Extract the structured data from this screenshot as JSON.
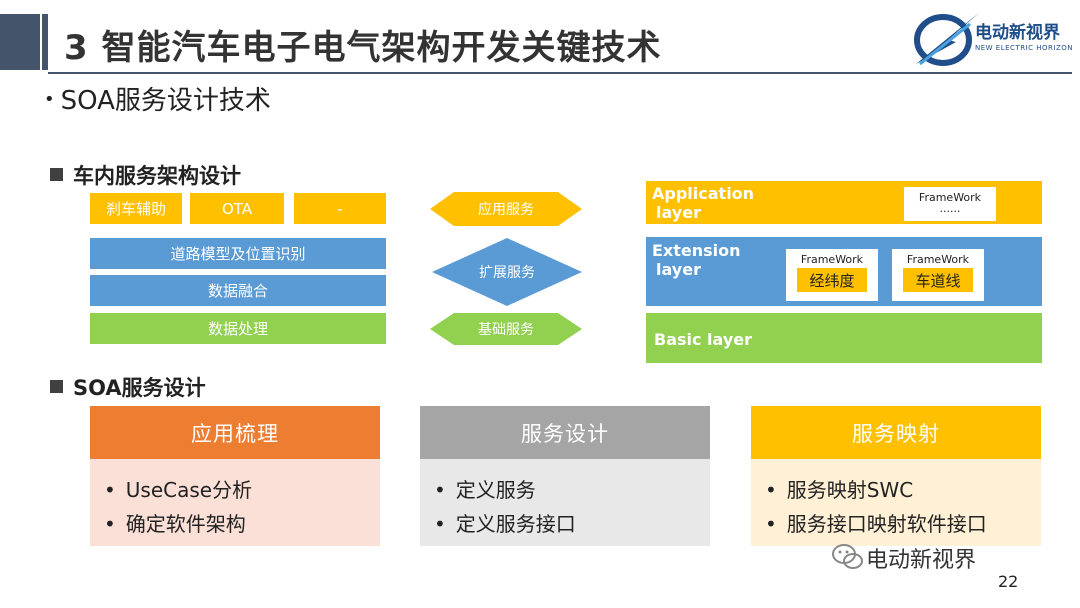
{
  "header": {
    "title": "3  智能汽车电子电气架构开发关键技术",
    "logo_cn": "电动新视界",
    "logo_en": "NEW ELECTRIC HORIZON"
  },
  "subtitle": "SOA服务设计技术",
  "section1": {
    "title": "车内服务架构设计"
  },
  "left_stack": {
    "apps": [
      "刹车辅助",
      "OTA",
      "-"
    ],
    "ext": [
      "道路模型及位置识别",
      "数据融合"
    ],
    "basic": "数据处理"
  },
  "middle": {
    "app_service": "应用服务",
    "ext_service": "扩展服务",
    "basic_service": "基础服务"
  },
  "layers": {
    "application": {
      "title_l1": "Application",
      "title_l2": "layer",
      "fw_title": "FrameWork",
      "fw_sub": "......"
    },
    "extension": {
      "title_l1": "Extension",
      "title_l2": "layer",
      "fw1_title": "FrameWork",
      "fw1_value": "经纬度",
      "fw2_title": "FrameWork",
      "fw2_value": "车道线"
    },
    "basic": {
      "title": "Basic layer"
    }
  },
  "section2": {
    "title": "SOA服务设计"
  },
  "cards": [
    {
      "title": "应用梳理",
      "head_color": "#ed7d31",
      "body_color": "#fbe0d8",
      "items": [
        "UseCase分析",
        "确定软件架构"
      ]
    },
    {
      "title": "服务设计",
      "head_color": "#a5a5a5",
      "body_color": "#e8e8e8",
      "items": [
        "定义服务",
        "定义服务接口"
      ]
    },
    {
      "title": "服务映射",
      "head_color": "#ffc000",
      "body_color": "#fff0d6",
      "items": [
        "服务映射SWC",
        "服务接口映射软件接口"
      ]
    }
  ],
  "watermark": "电动新视界",
  "page_number": "22"
}
